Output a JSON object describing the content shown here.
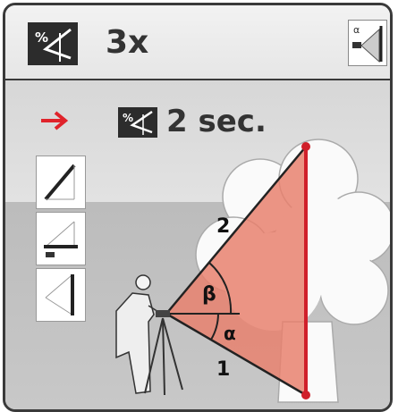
{
  "header": {
    "mode_icon": "percent-triangle-icon",
    "multiplier": "3x",
    "corner_icon": "alpha-measure-icon"
  },
  "timer": {
    "arrow_icon": "right-arrow-icon",
    "icon": "percent-triangle-icon",
    "label": "2 sec."
  },
  "side_buttons": [
    {
      "icon": "hypotenuse-triangle-icon"
    },
    {
      "icon": "angle-triangle-icon"
    },
    {
      "icon": "height-triangle-icon"
    }
  ],
  "diagram": {
    "label_top": "2",
    "label_bottom": "1",
    "angle_beta": "β",
    "angle_alpha": "α",
    "colors": {
      "measure_line": "#d01f2a",
      "cone": "#e8816f",
      "arrow": "#e0232b"
    }
  }
}
